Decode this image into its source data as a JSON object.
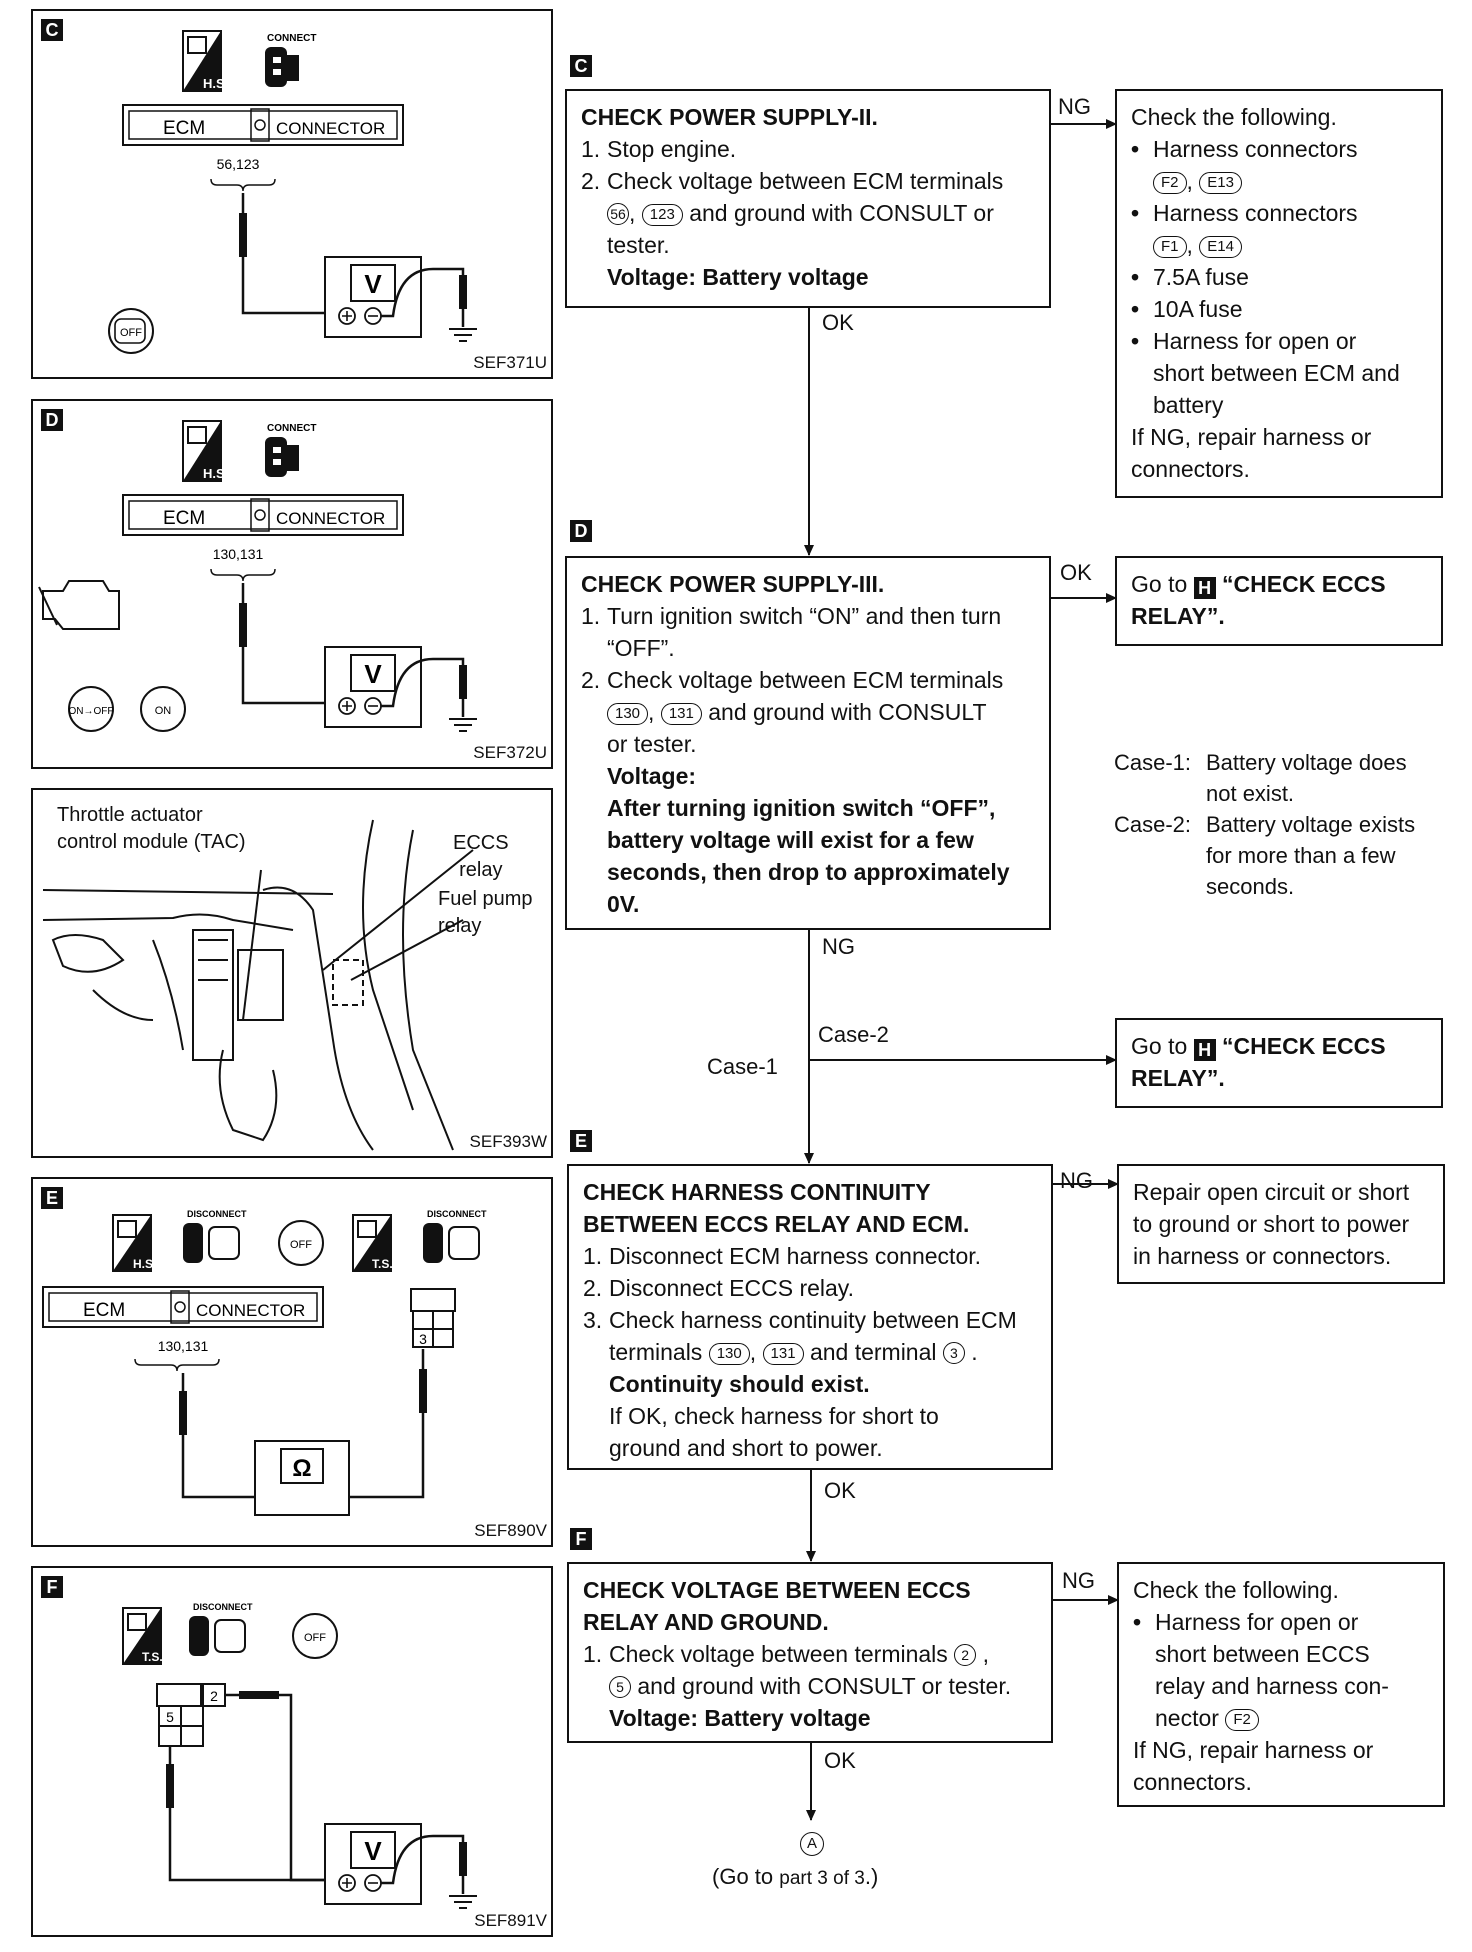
{
  "steps": {
    "c": {
      "letter": "C",
      "title": "CHECK POWER SUPPLY-II.",
      "item1": "Stop engine.",
      "item2a": "Check voltage between ECM terminals",
      "t1": "56",
      "t2": "123",
      "item2b": "and ground with CONSULT or",
      "item2c": "tester.",
      "spec": "Voltage: Battery voltage"
    },
    "d": {
      "letter": "D",
      "title": "CHECK POWER SUPPLY-III.",
      "item1a": "Turn ignition switch “ON” and then turn",
      "item1b": "“OFF”.",
      "item2a": "Check voltage between ECM terminals",
      "t1": "130",
      "t2": "131",
      "item2b": "and ground with CONSULT",
      "item2c": "or tester.",
      "spec_label": "Voltage:",
      "spec1": "After turning ignition switch “OFF”,",
      "spec2": "battery voltage will exist for a few",
      "spec3": "seconds, then drop to approximately",
      "spec4": "0V."
    },
    "e": {
      "letter": "E",
      "title1": "CHECK HARNESS CONTINUITY",
      "title2": "BETWEEN ECCS RELAY AND ECM.",
      "item1": "Disconnect ECM harness connector.",
      "item2": "Disconnect ECCS relay.",
      "item3a": "Check harness continuity between ECM",
      "item3b_pre": "terminals",
      "t1": "130",
      "t2": "131",
      "item3b_mid": "and terminal",
      "t3": "3",
      "spec": "Continuity should exist.",
      "note1": "If OK, check harness for short to",
      "note2": "ground and short to power."
    },
    "f": {
      "letter": "F",
      "title1": "CHECK VOLTAGE BETWEEN ECCS",
      "title2": "RELAY AND GROUND.",
      "item1a": "Check voltage between terminals",
      "t1": "2",
      "t2": "5",
      "item1b": "and ground with CONSULT or tester.",
      "spec": "Voltage: Battery voltage"
    }
  },
  "results": {
    "c_ng": {
      "head": "Check the following.",
      "b1": "Harness connectors",
      "c1a": "F2",
      "c1b": "E13",
      "b2": "Harness connectors",
      "c2a": "F1",
      "c2b": "E14",
      "b3": "7.5A fuse",
      "b4": "10A fuse",
      "b5a": "Harness for open or",
      "b5b": "short between ECM and",
      "b5c": "battery",
      "tail1": "If NG, repair harness or",
      "tail2": "connectors."
    },
    "d_ok": {
      "pre": "Go to",
      "letter": "H",
      "text1": "“CHECK ECCS",
      "text2": "RELAY”."
    },
    "d_case2": {
      "pre": "Go to",
      "letter": "H",
      "text1": "“CHECK ECCS",
      "text2": "RELAY”."
    },
    "e_ng": {
      "l1": "Repair open circuit or short",
      "l2": "to ground or short to power",
      "l3": "in harness or connectors."
    },
    "f_ng": {
      "head": "Check the following.",
      "b1a": "Harness for open or",
      "b1b": "short between ECCS",
      "b1c": "relay and harness con-",
      "b1d": "nector",
      "c1": "F2",
      "tail1": "If NG, repair harness or",
      "tail2": "connectors."
    }
  },
  "cases": {
    "case1_label": "Case-1:",
    "case1_l1": "Battery voltage does",
    "case1_l2": "not exist.",
    "case2_label": "Case-2:",
    "case2_l1": "Battery voltage exists",
    "case2_l2": "for more than a few",
    "case2_l3": "seconds."
  },
  "flow_labels": {
    "c_ng": "NG",
    "c_ok": "OK",
    "d_ok": "OK",
    "d_ng": "NG",
    "case2": "Case-2",
    "case1": "Case-1",
    "e_ng": "NG",
    "e_ok": "OK",
    "f_ng": "NG",
    "f_ok": "OK",
    "goto_symbol": "A",
    "goto_pre": "(Go to",
    "goto_part": "part 3 of 3",
    "goto_post": ".)"
  },
  "figures": {
    "c": {
      "letter": "C",
      "hs": "H.S.",
      "connect": "CONNECT",
      "ecm": "ECM",
      "connector": "CONNECTOR",
      "terms": "56,123",
      "meter": "V",
      "key": "OFF",
      "code": "SEF371U"
    },
    "d": {
      "letter": "D",
      "hs": "H.S.",
      "connect": "CONNECT",
      "ecm": "ECM",
      "connector": "CONNECTOR",
      "terms": "130,131",
      "meter": "V",
      "key1": "ON→OFF",
      "key2": "ON",
      "code": "SEF372U"
    },
    "location": {
      "tac1": "Throttle actuator",
      "tac2": "control module (TAC)",
      "eccs1": "ECCS",
      "eccs2": "relay",
      "fuel1": "Fuel pump",
      "fuel2": "relay",
      "code": "SEF393W"
    },
    "e": {
      "letter": "E",
      "hs": "H.S.",
      "ts": "T.S.",
      "disconnect": "DISCONNECT",
      "ecm": "ECM",
      "connector": "CONNECTOR",
      "terms": "130,131",
      "term3": "3",
      "meter": "Ω",
      "key": "OFF",
      "code": "SEF890V"
    },
    "f": {
      "letter": "F",
      "ts": "T.S.",
      "disconnect": "DISCONNECT",
      "term2": "2",
      "term5": "5",
      "meter": "V",
      "key": "OFF",
      "code": "SEF891V"
    }
  }
}
